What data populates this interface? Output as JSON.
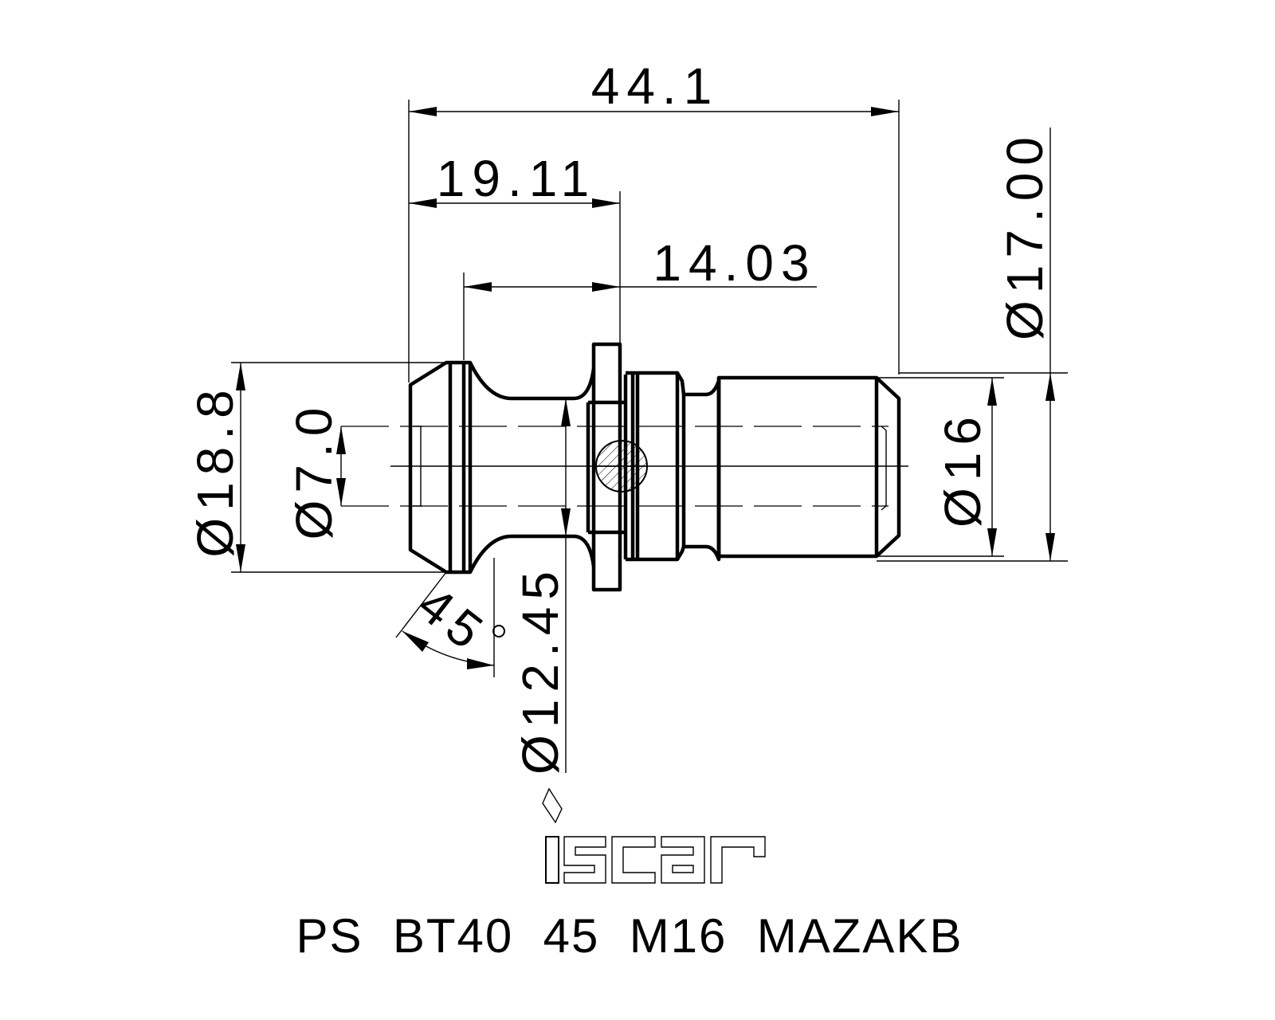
{
  "dimensions": {
    "overall_length": "44.1",
    "length_to_flange": "19.11",
    "neck_length": "14.03",
    "head_diameter": "Ø18.8",
    "bore_diameter": "Ø7.0",
    "neck_diameter": "Ø12.45",
    "angle": "45",
    "thread_diameter": "Ø16",
    "shank_diameter": "Ø17.00"
  },
  "logo": {
    "text": "iscar"
  },
  "part_number": "PS  BT40  45  M16  MAZAKB"
}
